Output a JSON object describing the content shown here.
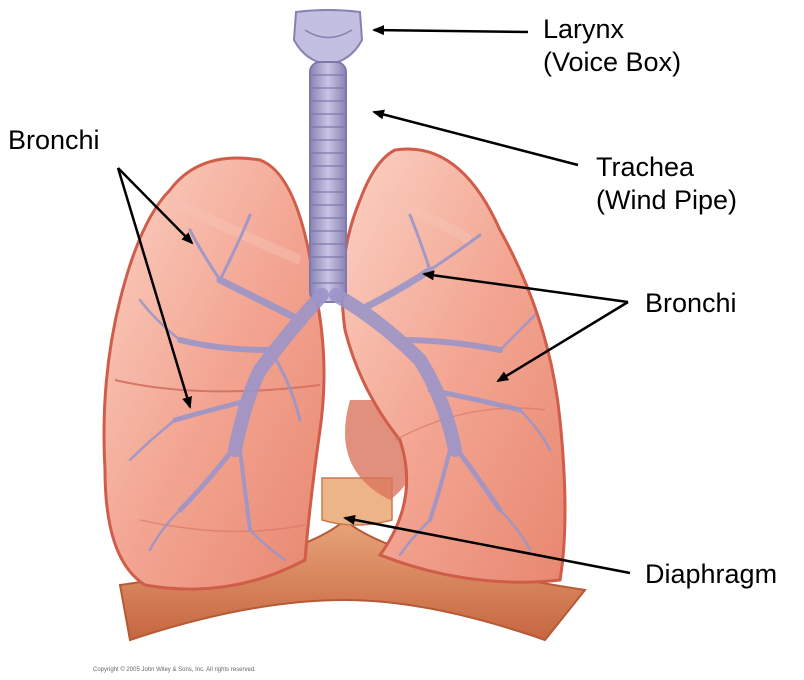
{
  "labels": {
    "larynx": {
      "line1": "Larynx",
      "line2": "(Voice Box)"
    },
    "trachea": {
      "line1": "Trachea",
      "line2": "(Wind Pipe)"
    },
    "bronchi_left": "Bronchi",
    "bronchi_right": "Bronchi",
    "diaphragm": "Diaphragm"
  },
  "copyright": "Copyright © 2005 John Wiley & Sons, Inc.  All rights reserved.",
  "colors": {
    "lung_fill": "#f2a58f",
    "lung_outline": "#d96a55",
    "airway": "#9a93c4",
    "diaphragm": "#d98a5e",
    "arrow": "#000000"
  }
}
